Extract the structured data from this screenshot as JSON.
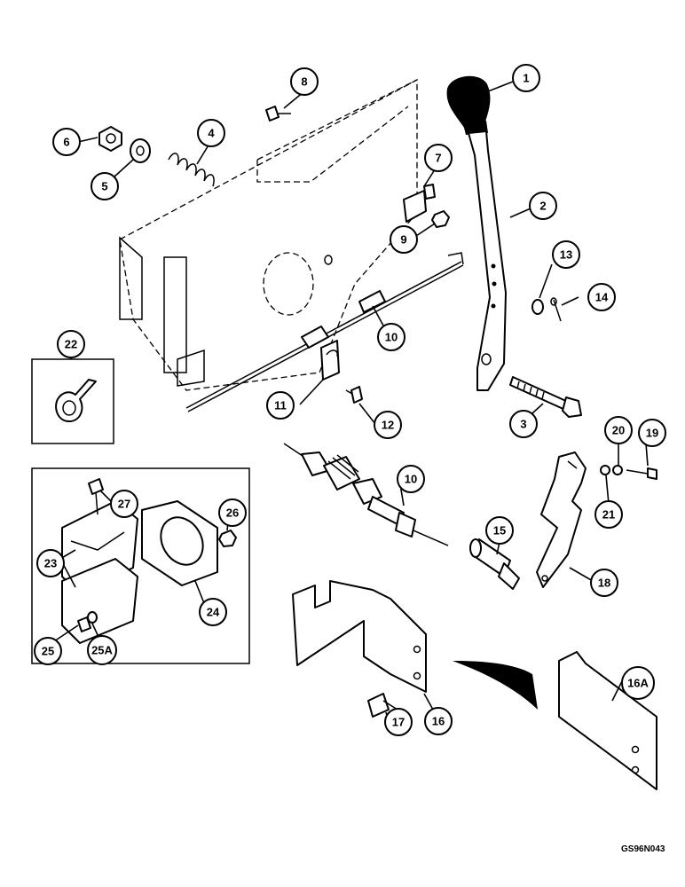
{
  "callouts": [
    {
      "id": "c1",
      "label": "1"
    },
    {
      "id": "c2",
      "label": "2"
    },
    {
      "id": "c3",
      "label": "3"
    },
    {
      "id": "c4",
      "label": "4"
    },
    {
      "id": "c5",
      "label": "5"
    },
    {
      "id": "c6",
      "label": "6"
    },
    {
      "id": "c7",
      "label": "7"
    },
    {
      "id": "c8",
      "label": "8"
    },
    {
      "id": "c9",
      "label": "9"
    },
    {
      "id": "c10a",
      "label": "10"
    },
    {
      "id": "c10b",
      "label": "10"
    },
    {
      "id": "c11",
      "label": "11"
    },
    {
      "id": "c12",
      "label": "12"
    },
    {
      "id": "c13",
      "label": "13"
    },
    {
      "id": "c14",
      "label": "14"
    },
    {
      "id": "c15",
      "label": "15"
    },
    {
      "id": "c16",
      "label": "16"
    },
    {
      "id": "c16a",
      "label": "16A"
    },
    {
      "id": "c17",
      "label": "17"
    },
    {
      "id": "c18",
      "label": "18"
    },
    {
      "id": "c19",
      "label": "19"
    },
    {
      "id": "c20",
      "label": "20"
    },
    {
      "id": "c21",
      "label": "21"
    },
    {
      "id": "c22",
      "label": "22"
    },
    {
      "id": "c23",
      "label": "23"
    },
    {
      "id": "c24",
      "label": "24"
    },
    {
      "id": "c25",
      "label": "25"
    },
    {
      "id": "c25a",
      "label": "25A"
    },
    {
      "id": "c26",
      "label": "26"
    },
    {
      "id": "c27",
      "label": "27"
    }
  ],
  "drawing_code": "GS96N043"
}
